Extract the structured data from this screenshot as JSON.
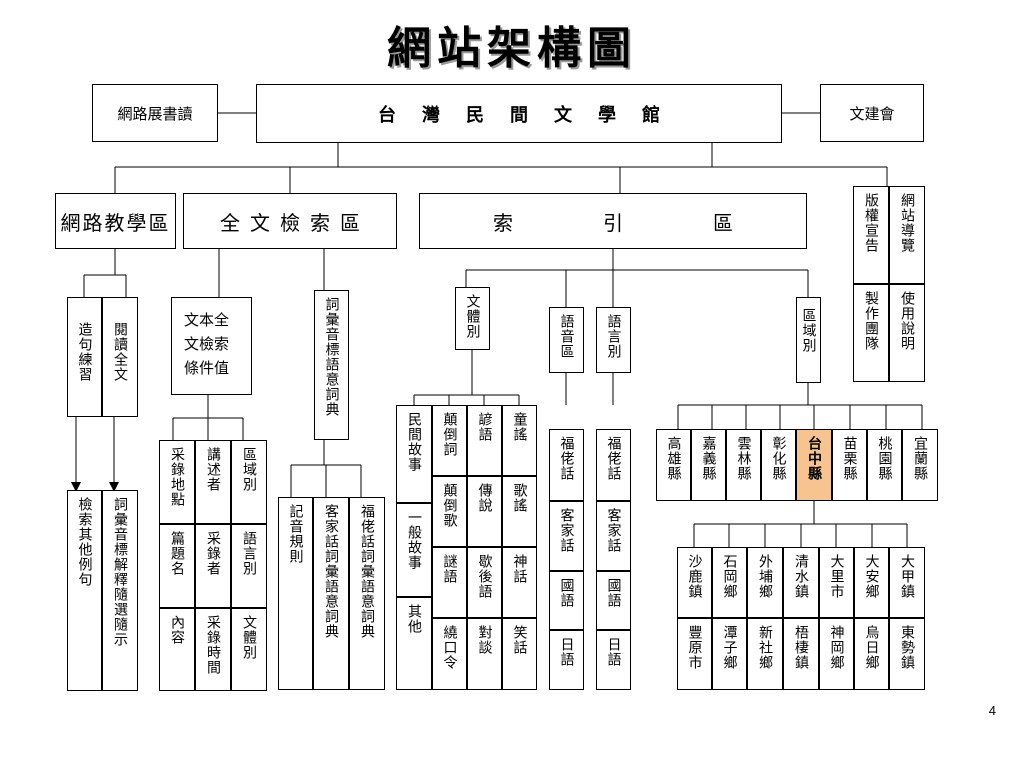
{
  "title": "網站架構圖",
  "page_number": "4",
  "top": {
    "left": "網路展書讀",
    "center": "台灣民間文學館",
    "right": "文建會"
  },
  "level2": {
    "teaching": "網路教學區",
    "fulltext": "全文檢索區",
    "index": "索引區",
    "copyright": "版權宣告",
    "guide": "網站導覽",
    "team": "製作團隊",
    "usage": "使用說明"
  },
  "teaching": {
    "children": [
      "造句練習",
      "閱讀全文"
    ],
    "leaf": [
      "檢索其他例句",
      "詞彙音標解釋隨選隨示"
    ]
  },
  "fulltext": {
    "conditions": "文本全文檢索條件值",
    "cond_items": [
      "采錄地點",
      "講述者",
      "區域別",
      "篇題名",
      "采錄者",
      "語言別",
      "內容",
      "采錄時間",
      "文體別"
    ],
    "dictionary": "詞彙音標語意詞典",
    "dict_items": [
      "記音規則",
      "客家話詞彙語意詞典",
      "福佬話詞彙語意詞典"
    ]
  },
  "index": {
    "genre": "文體別",
    "genre_items": [
      "民間故事",
      "一般故事",
      "其他",
      "顛倒詞",
      "顛倒歌",
      "謎語",
      "繞口令",
      "諺語",
      "傳說",
      "歇後語",
      "對談",
      "童謠",
      "歌謠",
      "神話",
      "笑話"
    ],
    "voice": "語音區",
    "voice_items": [
      "福佬話",
      "客家話",
      "國語",
      "日語"
    ],
    "language": "語言別",
    "lang_items": [
      "福佬話",
      "客家話",
      "國語",
      "日語"
    ],
    "region": "區域別",
    "counties": [
      "高雄縣",
      "嘉義縣",
      "雲林縣",
      "彰化縣",
      "台中縣",
      "苗栗縣",
      "桃園縣",
      "宜蘭縣"
    ],
    "highlight_color": "#f7c48f",
    "towns": [
      "沙鹿鎮",
      "石岡鄉",
      "外埔鄉",
      "清水鎮",
      "大里市",
      "大安鄉",
      "大甲鎮",
      "豐原市",
      "潭子鄉",
      "新社鄉",
      "梧棲鎮",
      "神岡鄉",
      "烏日鄉",
      "東勢鎮"
    ]
  }
}
